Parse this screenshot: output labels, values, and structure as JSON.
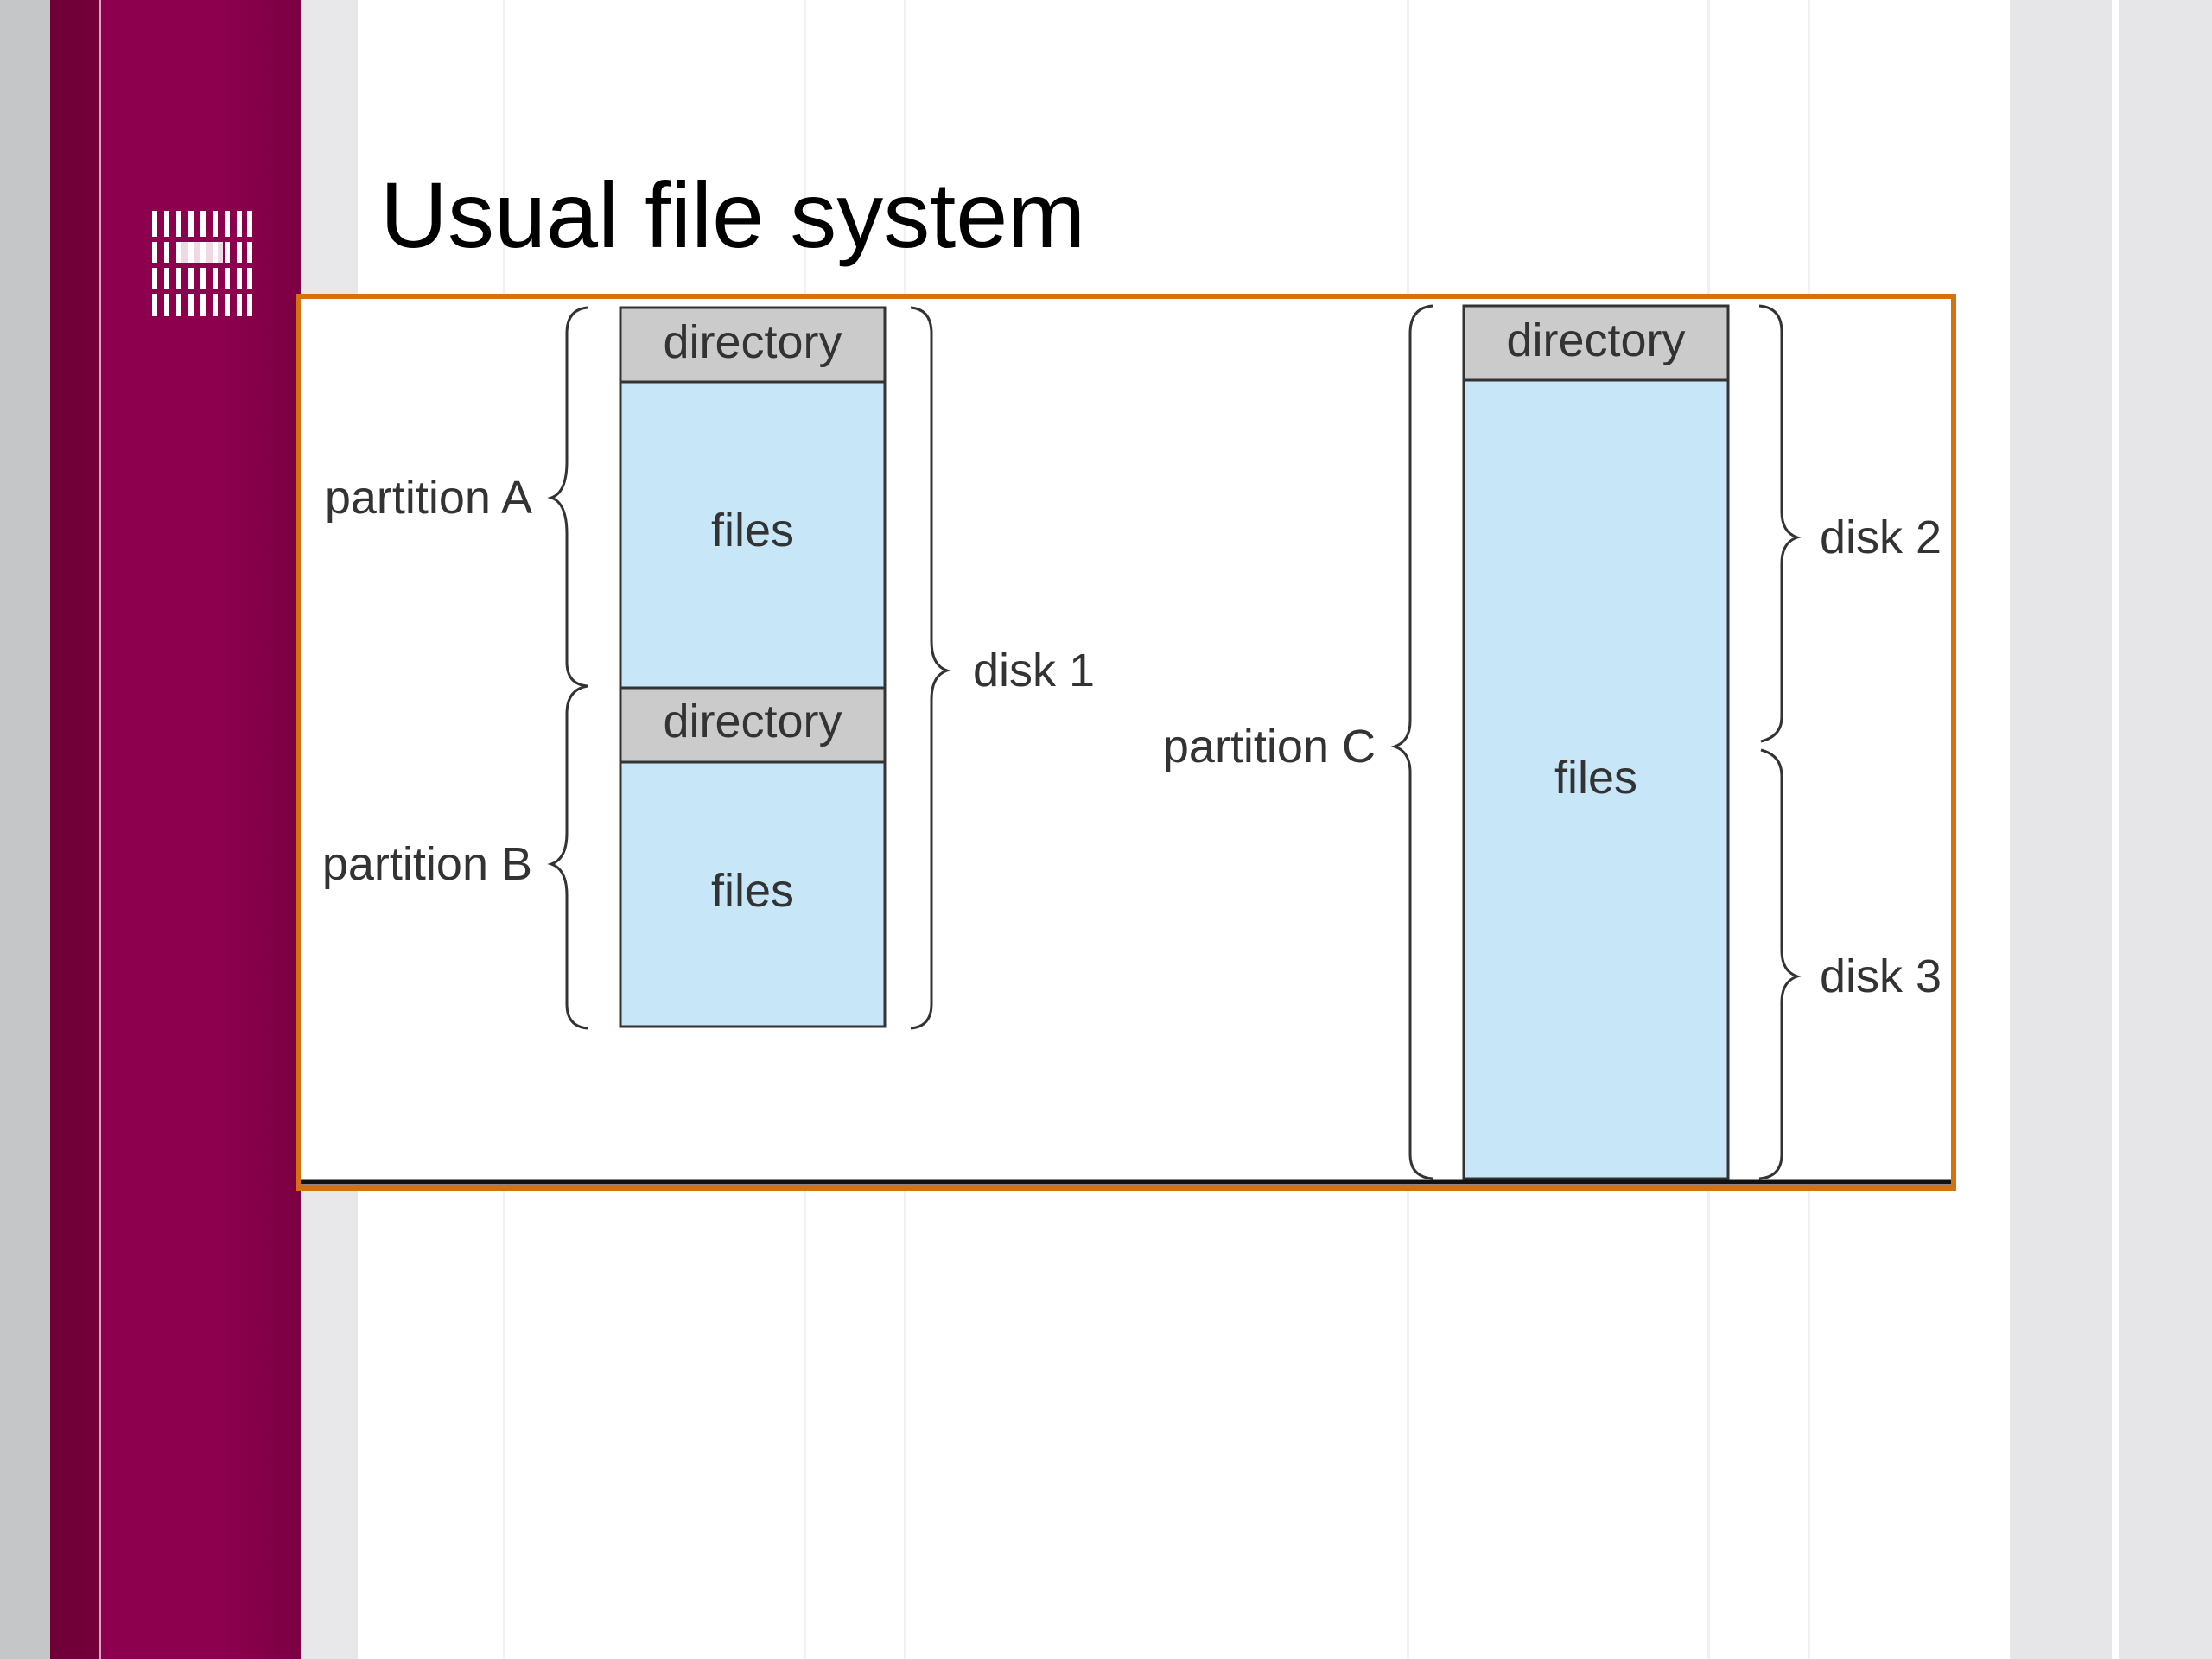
{
  "slide": {
    "title": "Usual file system"
  },
  "diagram": {
    "disk1": {
      "partition_a": {
        "label": "partition A",
        "directory_label": "directory",
        "files_label": "files"
      },
      "partition_b": {
        "label": "partition B",
        "directory_label": "directory",
        "files_label": "files"
      },
      "label": "disk 1"
    },
    "partition_c": {
      "label": "partition C",
      "directory_label": "directory",
      "files_label": "files",
      "disk2_label": "disk 2",
      "disk3_label": "disk 3"
    }
  },
  "colors": {
    "sidebar": "#8c004d",
    "frame_border": "#d4720f",
    "directory_fill": "#cbcbcb",
    "files_fill": "#c7e6f7"
  }
}
